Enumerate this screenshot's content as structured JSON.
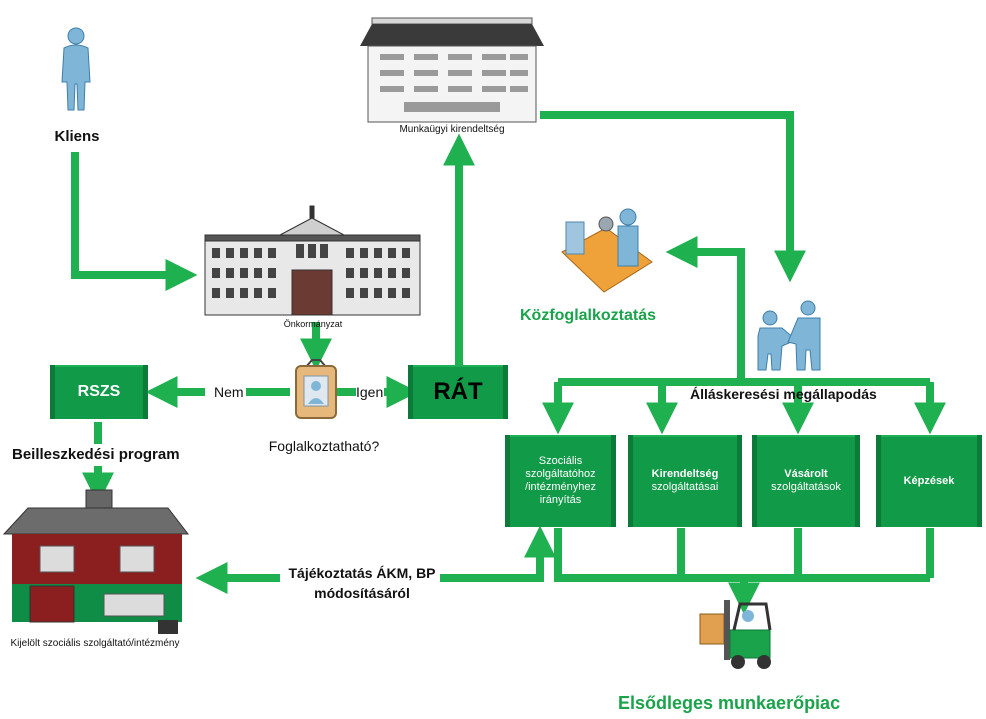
{
  "nodes": {
    "client": "Kliens",
    "job_office": "Munkaügyi kirendeltség",
    "municipality": "Önkormányzat",
    "rszs": "RSZS",
    "rat": "RÁT",
    "employable_q": "Foglalkoztatható?",
    "no": "Nem",
    "yes": "Igen",
    "integration_program": "Beilleszkedési program",
    "public_work": "Közfoglalkoztatás",
    "agreement": "Álláskeresési megállapodás",
    "social_provider": "Kijelölt szociális szolgáltató/intézmény",
    "info_label_line1": "Tájékoztatás ÁKM, BP",
    "info_label_line2": "módosításáról",
    "primary_market": "Elsődleges munkaerőpiac"
  },
  "service_boxes": [
    {
      "lines": [
        "Szociális",
        "szolgáltatóhoz",
        "/intézményhez",
        "irányítás"
      ]
    },
    {
      "lines": [
        "Kirendeltség",
        "szolgáltatásai"
      ]
    },
    {
      "lines": [
        "Vásárolt",
        "szolgáltatások"
      ]
    },
    {
      "lines": [
        "Képzések"
      ]
    }
  ],
  "colors": {
    "arrow_green": "#1fb04f",
    "box_green": "#119a48",
    "title_green": "#1aa34a"
  }
}
